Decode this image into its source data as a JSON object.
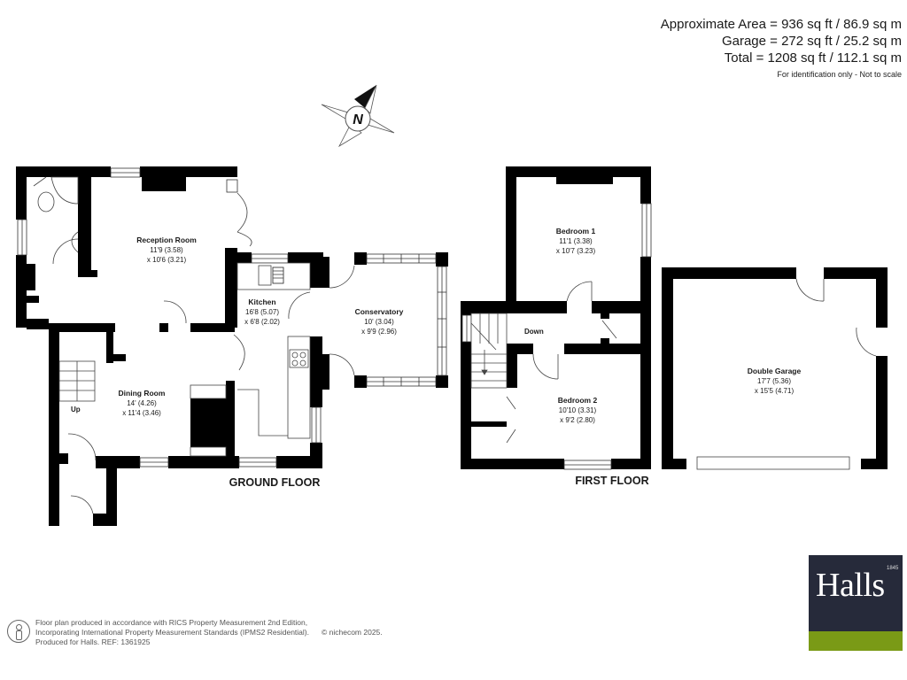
{
  "summary": {
    "lines": [
      "Approximate Area = 936 sq ft / 86.9 sq m",
      "Garage = 272 sq ft / 25.2 sq m",
      "Total = 1208 sq ft / 112.1 sq m"
    ],
    "disclaimer": "For identification only - Not to scale"
  },
  "compass": {
    "letter": "N"
  },
  "floors": {
    "ground": {
      "label": "GROUND FLOOR"
    },
    "first": {
      "label": "FIRST FLOOR"
    }
  },
  "rooms": {
    "reception": {
      "name": "Reception Room",
      "dim1": "11'9 (3.58)",
      "dim2": "x 10'6 (3.21)"
    },
    "kitchen": {
      "name": "Kitchen",
      "dim1": "16'8 (5.07)",
      "dim2": "x 6'8 (2.02)"
    },
    "conservatory": {
      "name": "Conservatory",
      "dim1": "10' (3.04)",
      "dim2": "x 9'9 (2.96)"
    },
    "dining": {
      "name": "Dining Room",
      "dim1": "14' (4.26)",
      "dim2": "x 11'4 (3.46)"
    },
    "bedroom1": {
      "name": "Bedroom 1",
      "dim1": "11'1 (3.38)",
      "dim2": "x 10'7 (3.23)"
    },
    "bedroom2": {
      "name": "Bedroom 2",
      "dim1": "10'10 (3.31)",
      "dim2": "x 9'2 (2.80)"
    },
    "garage": {
      "name": "Double Garage",
      "dim1": "17'7 (5.36)",
      "dim2": "x 15'5 (4.71)"
    }
  },
  "stairs": {
    "up": "Up",
    "down": "Down"
  },
  "footer": {
    "line1": "Floor plan produced in accordance with RICS Property Measurement 2nd Edition,",
    "line2": "Incorporating International Property Measurement Standards (IPMS2 Residential).",
    "copyright": "© nichecom 2025.",
    "line3": "Produced for Halls.   REF: 1361925"
  },
  "logo": {
    "name": "Halls",
    "year": "1845",
    "colors": {
      "dark": "#262a3a",
      "accent": "#7a9a16"
    }
  }
}
